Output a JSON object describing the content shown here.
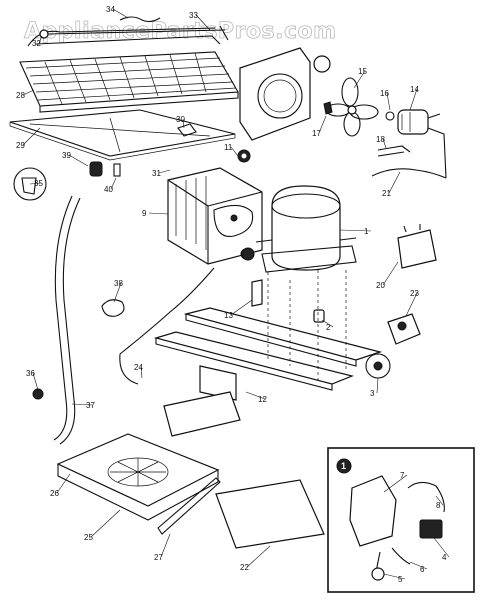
{
  "watermark": "AppliancePartsPros.com",
  "callouts": [
    "1",
    "2",
    "3",
    "4",
    "5",
    "6",
    "7",
    "8",
    "9",
    "11",
    "12",
    "13",
    "14",
    "15",
    "16",
    "17",
    "18",
    "20",
    "21",
    "22",
    "23",
    "24",
    "25",
    "26",
    "27",
    "28",
    "29",
    "30",
    "31",
    "32",
    "33",
    "34",
    "35",
    "36",
    "37",
    "38",
    "39",
    "40"
  ],
  "inset_marker": "1"
}
